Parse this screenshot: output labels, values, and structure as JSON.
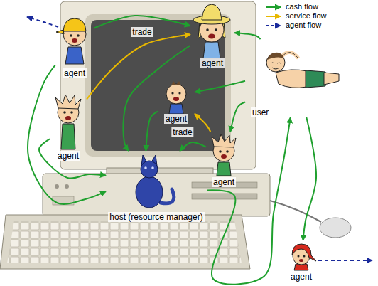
{
  "diagram": {
    "nodes": [
      {
        "text": [
          "agent"
        ]
      },
      {
        "text": [
          "agent"
        ]
      },
      {
        "text": [
          "agent"
        ]
      },
      {
        "text": [
          "agent"
        ]
      },
      {
        "text": [
          "agent"
        ]
      },
      {
        "text": [
          "user"
        ]
      },
      {
        "text": [
          "host (resource manager)"
        ]
      },
      {
        "text": [
          "agent"
        ]
      }
    ],
    "edges": [
      {
        "from": 0,
        "to": 6,
        "arrow": "to"
      },
      {
        "from": 3,
        "to": 6,
        "arrow": "to"
      },
      {
        "from": 3,
        "to": 1,
        "label": "trade",
        "arrow": "to"
      },
      {
        "from": 0,
        "to": 1,
        "arrow": "to"
      },
      {
        "from": 1,
        "to": 6,
        "arrow": "to"
      },
      {
        "from": 5,
        "to": 1,
        "arrow": "to"
      },
      {
        "from": 5,
        "to": 2,
        "arrow": "to"
      },
      {
        "from": 5,
        "to": 4,
        "arrow": "to"
      },
      {
        "from": 5,
        "to": 7,
        "arrow": "to"
      },
      {
        "from": 2,
        "to": 6,
        "arrow": "to"
      },
      {
        "from": 4,
        "to": 2,
        "label": "trade",
        "arrow": "to"
      },
      {
        "from": 4,
        "to": 6,
        "arrow": "to"
      },
      {
        "from": 6,
        "to": 5,
        "arrow": "to"
      }
    ],
    "legend": [
      {
        "text": "cash flow"
      },
      {
        "text": "service flow"
      },
      {
        "text": "agent flow"
      }
    ]
  }
}
